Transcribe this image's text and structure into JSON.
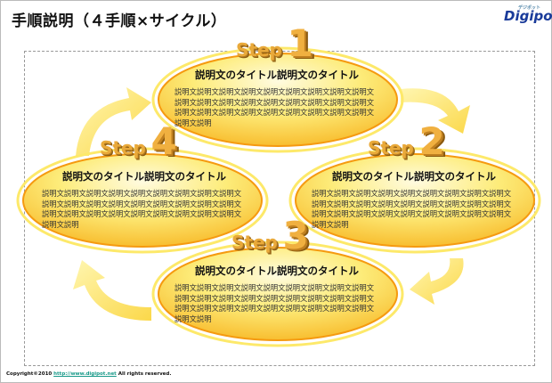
{
  "header": {
    "title": "手順説明（４手順×サイクル）",
    "logo": "Digipot",
    "logo_sub": "デジポット"
  },
  "steps": [
    {
      "label": "Step",
      "number": "1",
      "title": "説明文のタイトル説明文のタイトル",
      "body": "説明文説明文説明文説明文説明文説明文説明文説明文説明文説明文説明文説明文説明文説明文説明文説明文説明文説明文説明文説明文説明文説明文説明文説明文説明文説明文説明文説明文説明"
    },
    {
      "label": "Step",
      "number": "2",
      "title": "説明文のタイトル説明文のタイトル",
      "body": "説明文説明文説明文説明文説明文説明文説明文説明文説明文説明文説明文説明文説明文説明文説明文説明文説明文説明文説明文説明文説明文説明文説明文説明文説明文説明文説明文説明文説明"
    },
    {
      "label": "Step",
      "number": "3",
      "title": "説明文のタイトル説明文のタイトル",
      "body": "説明文説明文説明文説明文説明文説明文説明文説明文説明文説明文説明文説明文説明文説明文説明文説明文説明文説明文説明文説明文説明文説明文説明文説明文説明文説明文説明文説明文説明"
    },
    {
      "label": "Step",
      "number": "4",
      "title": "説明文のタイトル説明文のタイトル",
      "body": "説明文説明文説明文説明文説明文説明文説明文説明文説明文説明文説明文説明文説明文説明文説明文説明文説明文説明文説明文説明文説明文説明文説明文説明文説明文説明文説明文説明文説明"
    }
  ],
  "footer": {
    "prefix": "Copyright©2010 ",
    "link": "http://www.digipot.net",
    "suffix": " All rights reserved."
  },
  "colors": {
    "ellipse_border": "#f59a10",
    "ellipse_fill": "#fde96a",
    "arrow": "#fbe57a"
  }
}
